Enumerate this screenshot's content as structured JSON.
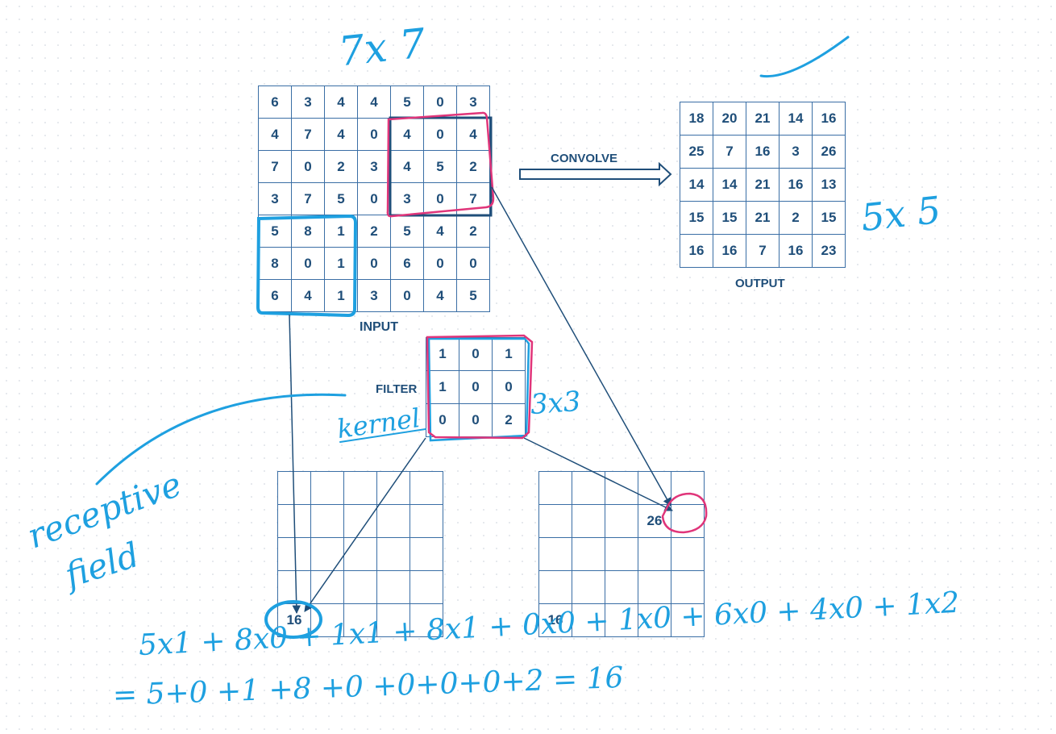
{
  "input": {
    "label": "INPUT",
    "rows": [
      [
        "6",
        "3",
        "4",
        "4",
        "5",
        "0",
        "3"
      ],
      [
        "4",
        "7",
        "4",
        "0",
        "4",
        "0",
        "4"
      ],
      [
        "7",
        "0",
        "2",
        "3",
        "4",
        "5",
        "2"
      ],
      [
        "3",
        "7",
        "5",
        "0",
        "3",
        "0",
        "7"
      ],
      [
        "5",
        "8",
        "1",
        "2",
        "5",
        "4",
        "2"
      ],
      [
        "8",
        "0",
        "1",
        "0",
        "6",
        "0",
        "0"
      ],
      [
        "6",
        "4",
        "1",
        "3",
        "0",
        "4",
        "5"
      ]
    ]
  },
  "filter": {
    "label": "FILTER",
    "rows": [
      [
        "1",
        "0",
        "1"
      ],
      [
        "1",
        "0",
        "0"
      ],
      [
        "0",
        "0",
        "2"
      ]
    ]
  },
  "output": {
    "label": "OUTPUT",
    "rows": [
      [
        "18",
        "20",
        "21",
        "14",
        "16"
      ],
      [
        "25",
        "7",
        "16",
        "3",
        "26"
      ],
      [
        "14",
        "14",
        "21",
        "16",
        "13"
      ],
      [
        "15",
        "15",
        "21",
        "2",
        "15"
      ],
      [
        "16",
        "16",
        "7",
        "16",
        "23"
      ]
    ]
  },
  "arrow_label": "CONVOLVE",
  "result_left": {
    "rows": [
      [
        "",
        "",
        "",
        "",
        ""
      ],
      [
        "",
        "",
        "",
        "",
        ""
      ],
      [
        "",
        "",
        "",
        "",
        ""
      ],
      [
        "",
        "",
        "",
        "",
        ""
      ],
      [
        "16",
        "",
        "",
        "",
        ""
      ]
    ]
  },
  "result_right": {
    "rows": [
      [
        "",
        "",
        "",
        "",
        ""
      ],
      [
        "",
        "",
        "",
        "26",
        ""
      ],
      [
        "",
        "",
        "",
        "",
        ""
      ],
      [
        "",
        "",
        "",
        "",
        ""
      ],
      [
        "16",
        "",
        "",
        "",
        ""
      ]
    ]
  },
  "annotations": {
    "input_size": "7x 7",
    "output_size": "5x 5",
    "filter_size": "3x3",
    "kernel": "kernel",
    "receptive": "receptive",
    "field": "field",
    "equation_line1": "5x1 + 8x0 + 1x1 + 8x1 + 0x0 + 1x0 + 6x0 + 4x0 + 1x2",
    "equation_line2": "= 5+0 +1 +8 +0 +0+0+0+2 = 16"
  },
  "colors": {
    "grid_text": "#1f4e79",
    "highlight_pink": "#e0357a",
    "highlight_blue": "#1ea0e0",
    "arrow_blue": "#1f4e79"
  }
}
